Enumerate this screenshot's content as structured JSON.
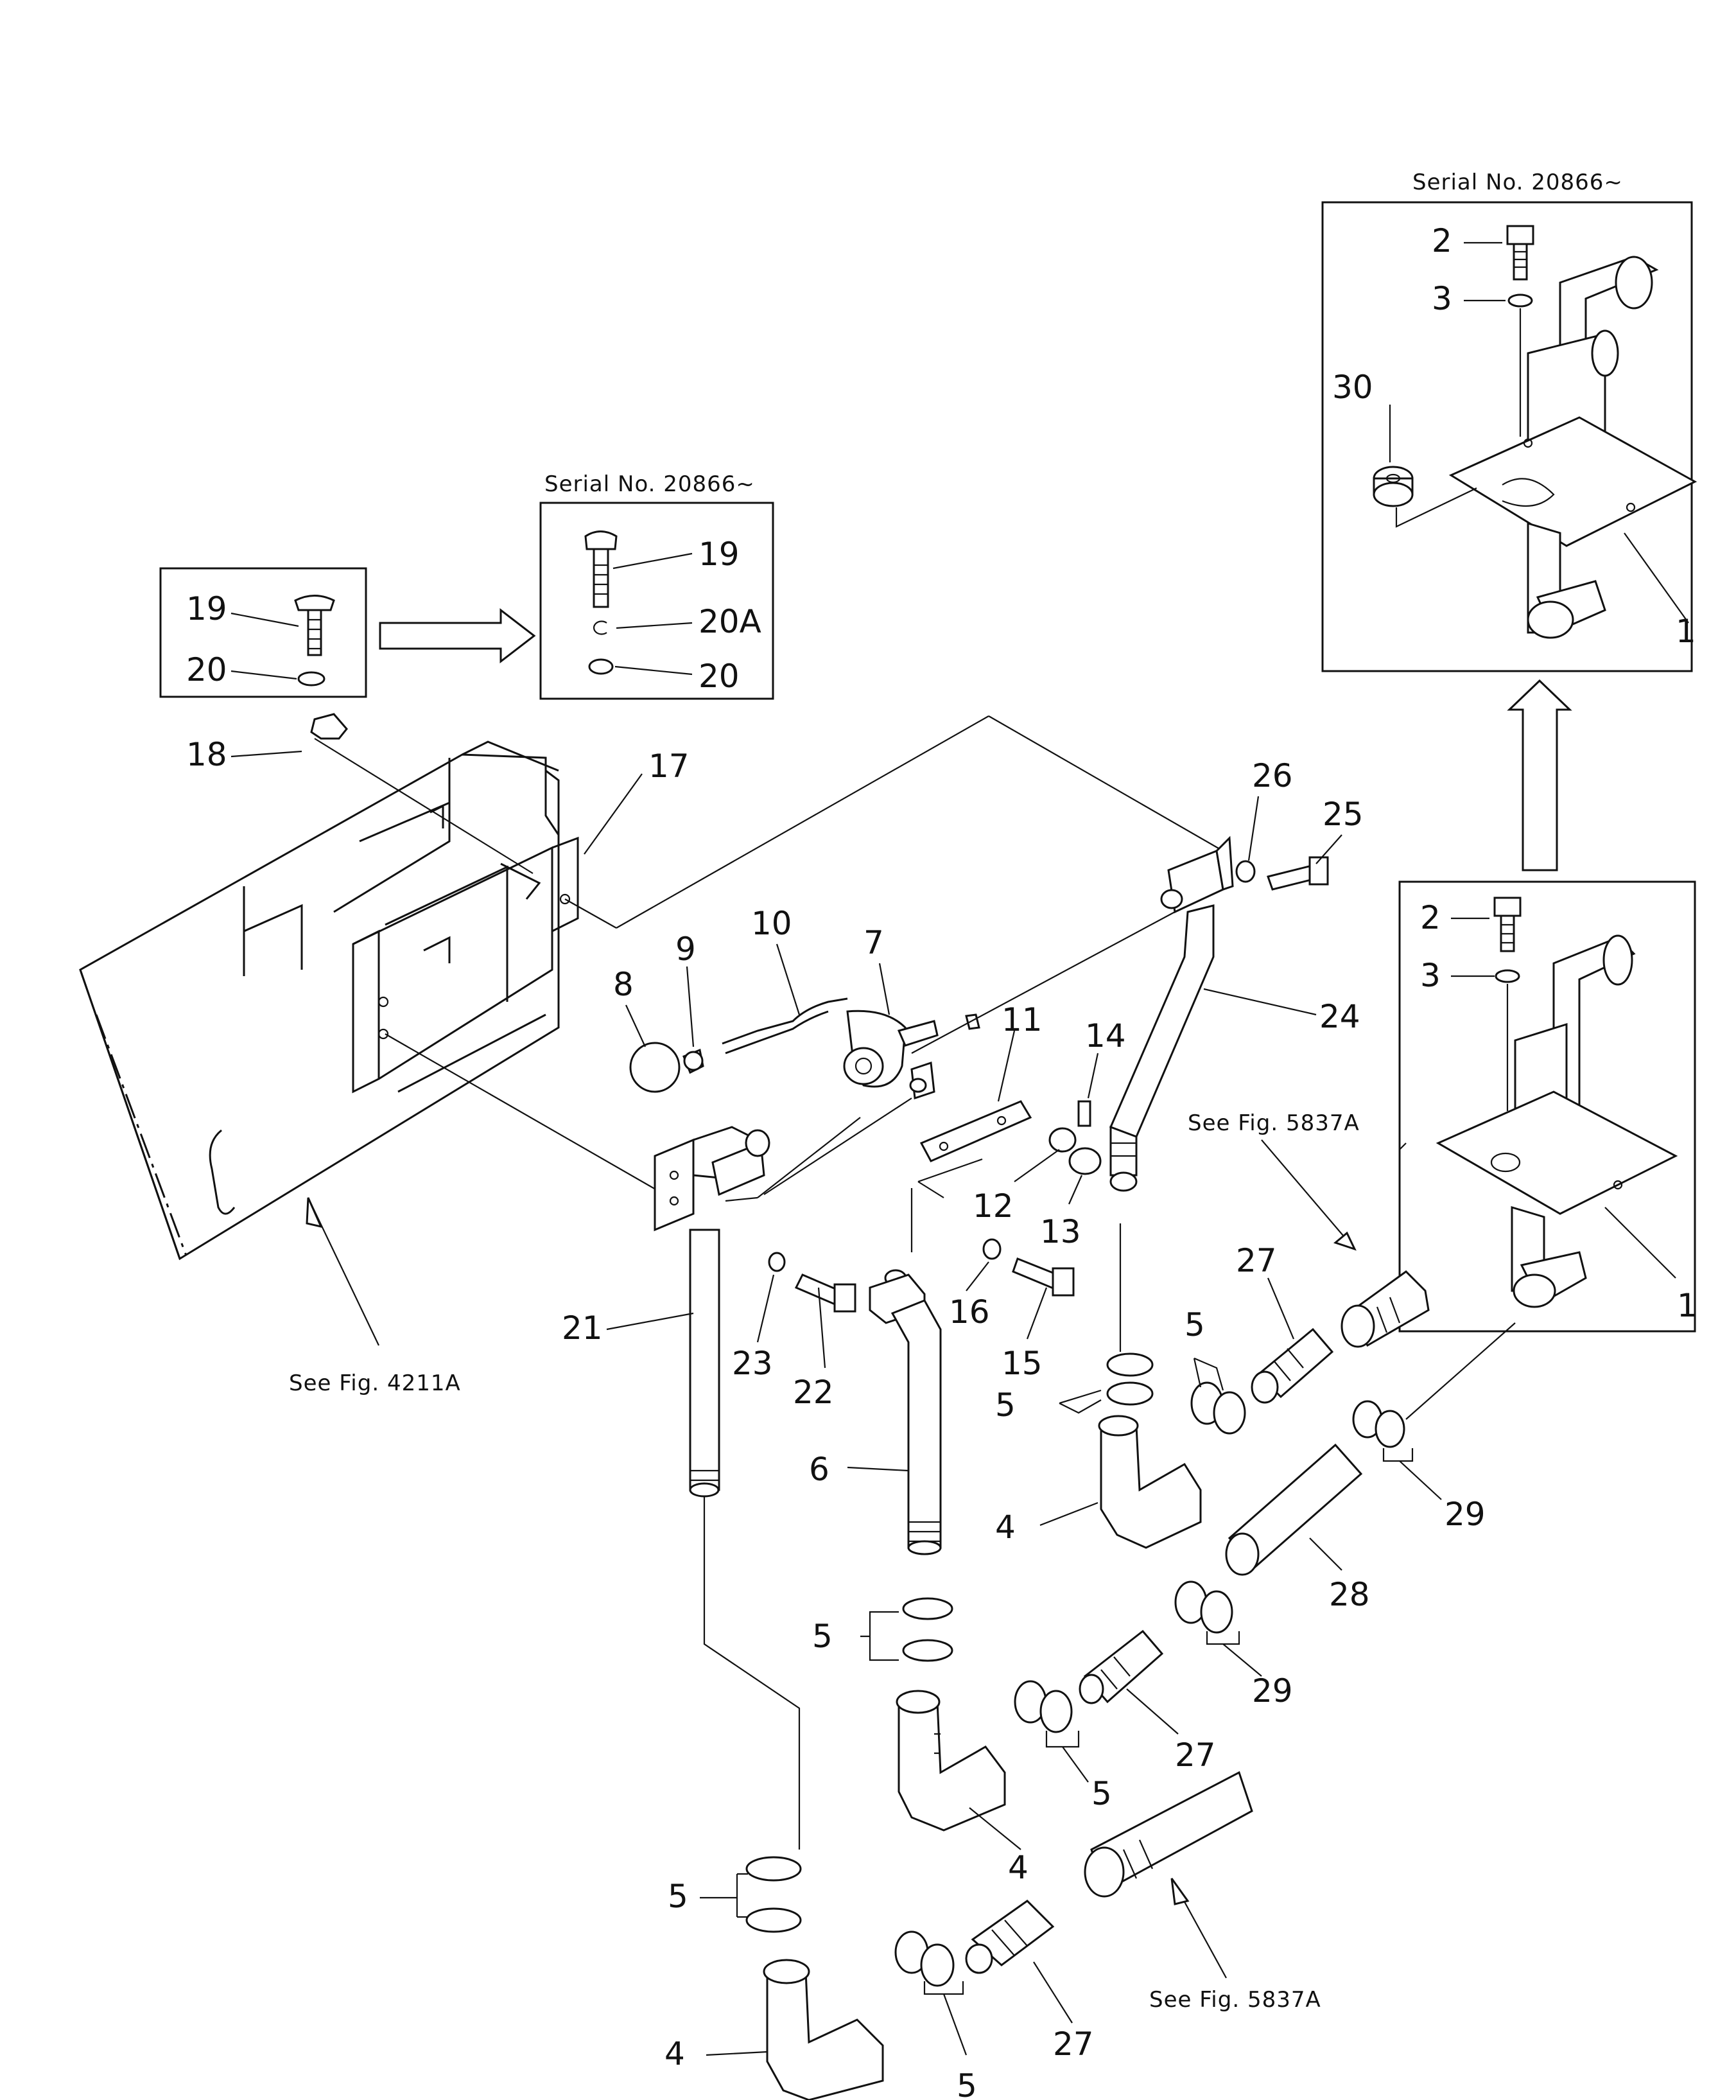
{
  "insets": {
    "serial_top_right": "Serial  No. 20866~",
    "serial_middle": "Serial  No. 20866~"
  },
  "references": {
    "fig_4211a": "See  Fig.  4211A",
    "fig_5837a_upper": "See  Fig.  5837A",
    "fig_5837a_lower": "See  Fig.  5837A"
  },
  "callouts": {
    "c1_top": "1",
    "c1_mid": "1",
    "c2_top": "2",
    "c2_mid": "2",
    "c3_top": "3",
    "c3_mid": "3",
    "c30": "30",
    "c19_box": "19",
    "c20_box": "20",
    "c19_serial": "19",
    "c20a_serial": "20A",
    "c20_serial": "20",
    "c18": "18",
    "c17": "17",
    "c26": "26",
    "c25": "25",
    "c10": "10",
    "c7": "7",
    "c8": "8",
    "c9": "9",
    "c11": "11",
    "c14": "14",
    "c12": "12",
    "c13": "13",
    "c24": "24",
    "c16": "16",
    "c15": "15",
    "c21": "21",
    "c23": "23",
    "c22": "22",
    "c27_a": "27",
    "c5_a": "5",
    "c5_b": "5",
    "c6": "6",
    "c4_a": "4",
    "c29_a": "29",
    "c28": "28",
    "c5_c": "5",
    "c29_b": "29",
    "c27_b": "27",
    "c5_d": "5",
    "c4_b": "4",
    "c5_e": "5",
    "c4_c": "4",
    "c27_c": "27",
    "c5_f": "5"
  }
}
